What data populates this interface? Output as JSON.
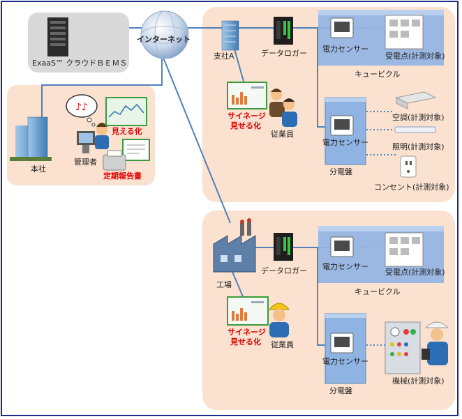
{
  "cloud": {
    "label": "ExaaS™ クラウドＢＥＭＳ"
  },
  "internet": {
    "label": "インターネット"
  },
  "hq": {
    "building_label": "本社",
    "manager_label": "管理者",
    "visualize_label": "見える化",
    "report_label": "定期報告書"
  },
  "branch": {
    "label": "支社A",
    "logger_label": "データロガー",
    "signage_label_1": "サイネージ",
    "signage_label_2": "見せる化",
    "employees_label": "従業員",
    "cubicle": {
      "sensor_label": "電力センサー",
      "receiving_label": "受電点(計測対象)",
      "cubicle_label": "キュービクル"
    },
    "panel": {
      "sensor_label": "電力センサー",
      "panel_label": "分電盤",
      "aircon_label": "空調(計測対象)",
      "lighting_label": "照明(計測対象)",
      "outlet_label": "コンセント(計測対象)"
    }
  },
  "factory": {
    "label": "工場",
    "logger_label": "データロガー",
    "signage_label_1": "サイネージ",
    "signage_label_2": "見せる化",
    "employees_label": "従業員",
    "cubicle": {
      "sensor_label": "電力センサー",
      "receiving_label": "受電点(計測対象)",
      "cubicle_label": "キュービクル"
    },
    "panel": {
      "sensor_label": "電力センサー",
      "panel_label": "分電盤",
      "machine_label": "機械(計測対象)"
    }
  },
  "colors": {
    "frame": "#1b2a8c",
    "zone_fill": "#fbe1cf",
    "cloud_zone": "#d9d9d9",
    "link_line": "#4f81bd",
    "cabinet": "#8fb4e3",
    "highlight_red": "#e00000"
  }
}
